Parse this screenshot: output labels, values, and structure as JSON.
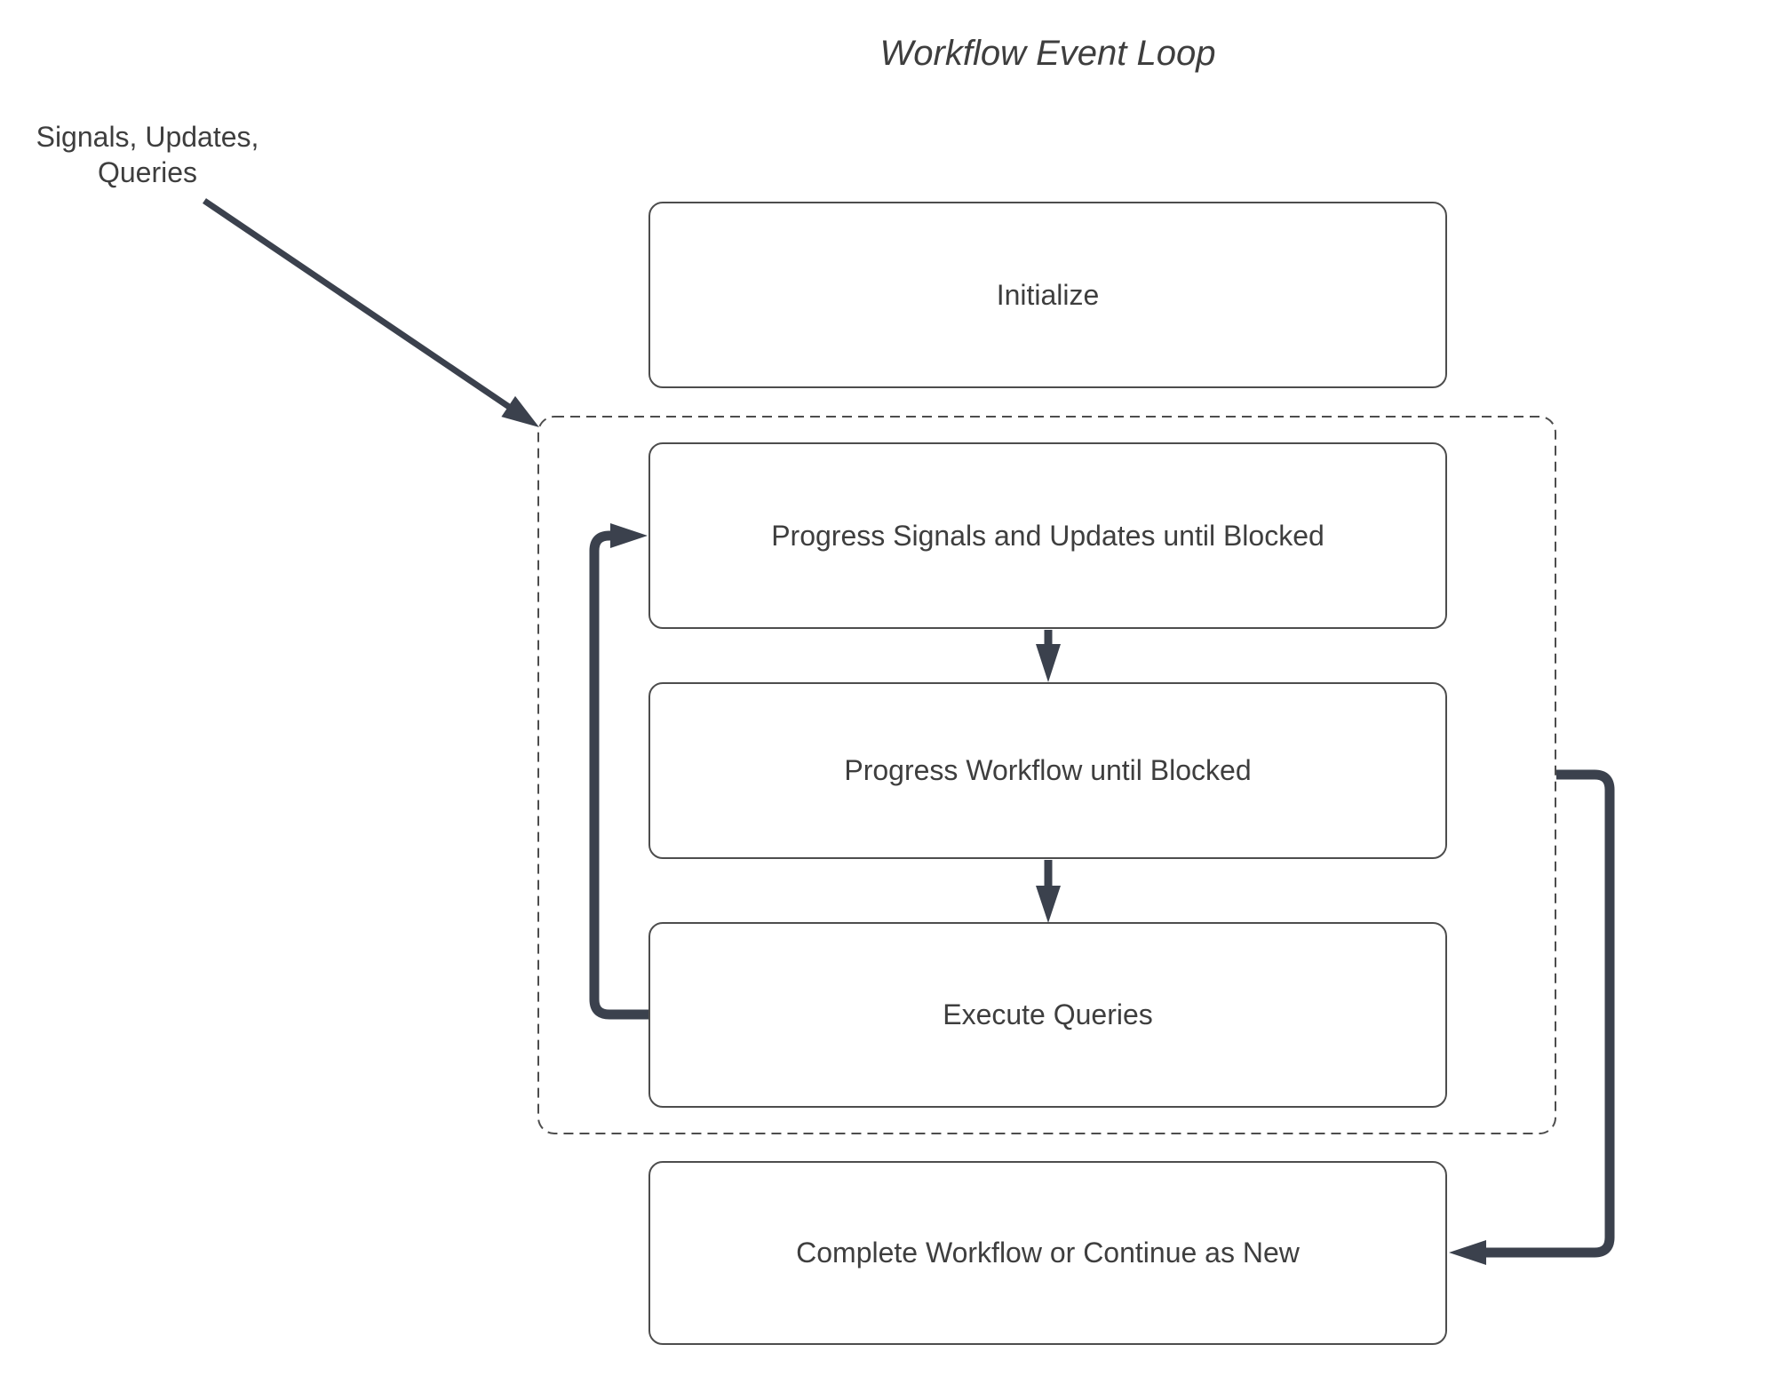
{
  "title": "Workflow Event Loop",
  "annotation": {
    "line1": "Signals, Updates,",
    "line2": "Queries"
  },
  "nodes": {
    "initialize": {
      "label": "Initialize"
    },
    "progress_signals": {
      "label": "Progress Signals and Updates until Blocked"
    },
    "progress_workflow": {
      "label": "Progress Workflow until Blocked"
    },
    "execute_queries": {
      "label": "Execute Queries"
    },
    "complete": {
      "label": "Complete Workflow or Continue as New"
    }
  },
  "colors": {
    "arrow": "#3b414d",
    "node_border": "#4d4d4d",
    "dashed_border": "#4d4d4d",
    "text": "#3e3e3e",
    "background": "#ffffff"
  }
}
